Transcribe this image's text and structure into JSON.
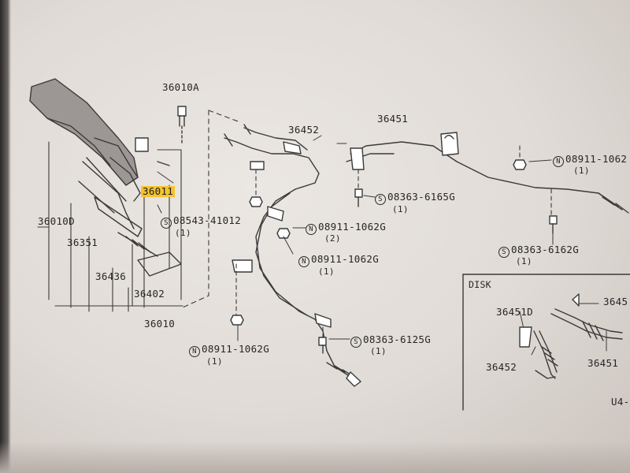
{
  "diagram": {
    "labels": {
      "p36010A": "36010A",
      "p36011": "36011",
      "p36010D": "36010D",
      "p36351": "36351",
      "p36436": "36436",
      "p36402": "36402",
      "p36010": "36010",
      "p36452": "36452",
      "p36451": "36451",
      "s08543": "08543-41012",
      "s08543_qty": "(1)",
      "n08911_a": "08911-1062G",
      "n08911_a_qty": "(2)",
      "n08911_b": "08911-1062G",
      "n08911_b_qty": "(1)",
      "n08911_c": "08911-1062G",
      "n08911_c_qty": "(1)",
      "n08911_d": "08911-1062",
      "n08911_d_qty": "(1)",
      "s08363_6165": "08363-6165G",
      "s08363_6165_qty": "(1)",
      "s08363_6162": "08363-6162G",
      "s08363_6162_qty": "(1)",
      "s08363_6125": "08363-6125G",
      "s08363_6125_qty": "(1)",
      "disk_title": "DISK",
      "disk_36451D": "36451D",
      "disk_36452": "36452",
      "disk_36451": "36451",
      "disk_3645_cut": "3645",
      "u4_cut": "U4-",
      "sym_s": "S",
      "sym_n": "N"
    },
    "highlight_color": "#f4c430"
  }
}
